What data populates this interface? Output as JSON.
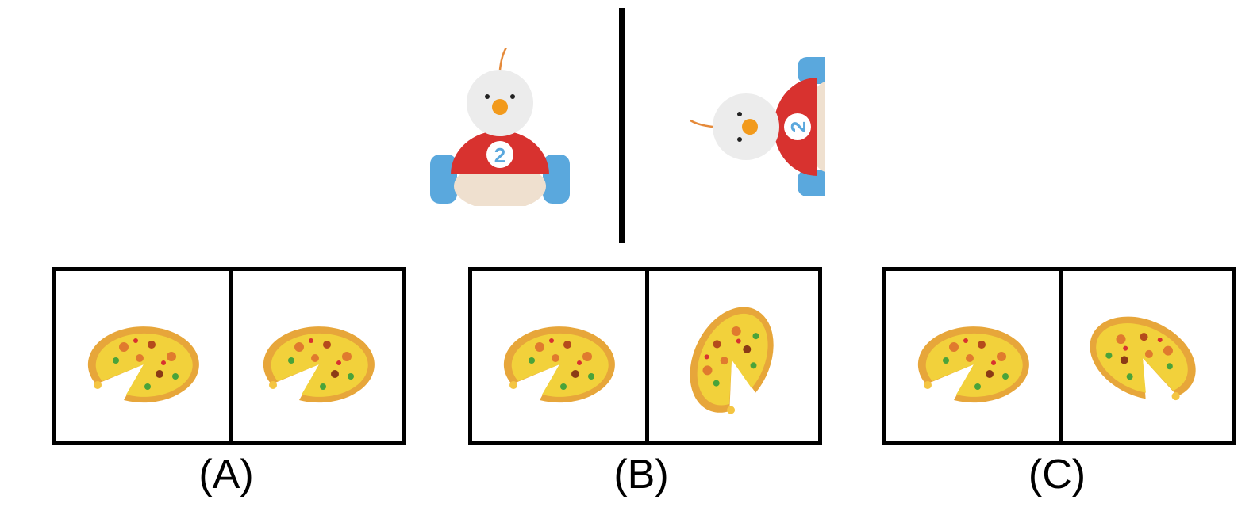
{
  "reference": {
    "left_object": "toy-race-car-chick",
    "right_object": "toy-race-car-chick-rotated",
    "car_number": "2"
  },
  "options": [
    {
      "label": "(A)",
      "left": "pizza-icon",
      "right": "pizza-icon"
    },
    {
      "label": "(B)",
      "left": "pizza-icon",
      "right": "pizza-icon-rotated"
    },
    {
      "label": "(C)",
      "left": "pizza-icon",
      "right": "pizza-icon-flipped"
    }
  ],
  "colors": {
    "red": "#d8322f",
    "blue": "#5aa8dd",
    "crust": "#e7a63a",
    "cheese": "#f2d13b"
  }
}
